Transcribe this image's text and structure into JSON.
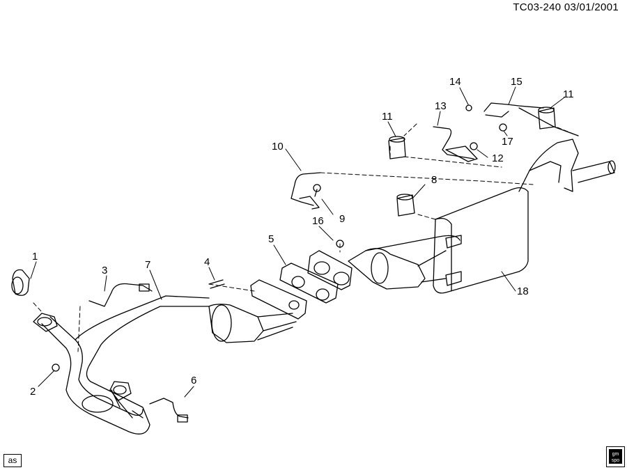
{
  "header": {
    "code": "TC03-240 03/01/2001"
  },
  "footer": {
    "tag": "as",
    "logo_text": "gm spo"
  },
  "callouts": {
    "c1": "1",
    "c2": "2",
    "c3": "3",
    "c4": "4",
    "c5": "5",
    "c6": "6",
    "c7": "7",
    "c8": "8",
    "c9": "9",
    "c10": "10",
    "c11a": "11",
    "c11b": "11",
    "c12": "12",
    "c13": "13",
    "c14": "14",
    "c15": "15",
    "c16": "16",
    "c17": "17",
    "c18": "18"
  }
}
